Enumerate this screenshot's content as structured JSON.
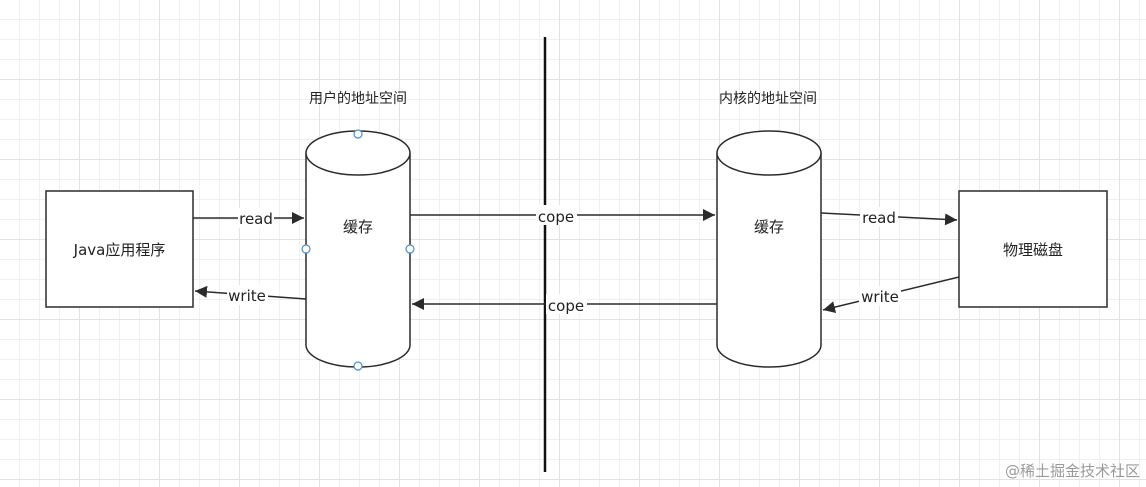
{
  "diagram": {
    "user_space_title": "用户的地址空间",
    "kernel_space_title": "内核的地址空间",
    "nodes": {
      "java_app": "Java应用程序",
      "user_cache": "缓存",
      "kernel_cache": "缓存",
      "disk": "物理磁盘"
    },
    "edges": {
      "app_read": "read",
      "app_write": "write",
      "copy_to_kernel": "cope",
      "copy_to_user": "cope",
      "disk_read": "read",
      "disk_write": "write"
    }
  },
  "watermark": "@稀土掘金技术社区",
  "colors": {
    "stroke": "#2b2b2b",
    "grid": "#e2e2e2",
    "handle": "#4a90c8"
  }
}
